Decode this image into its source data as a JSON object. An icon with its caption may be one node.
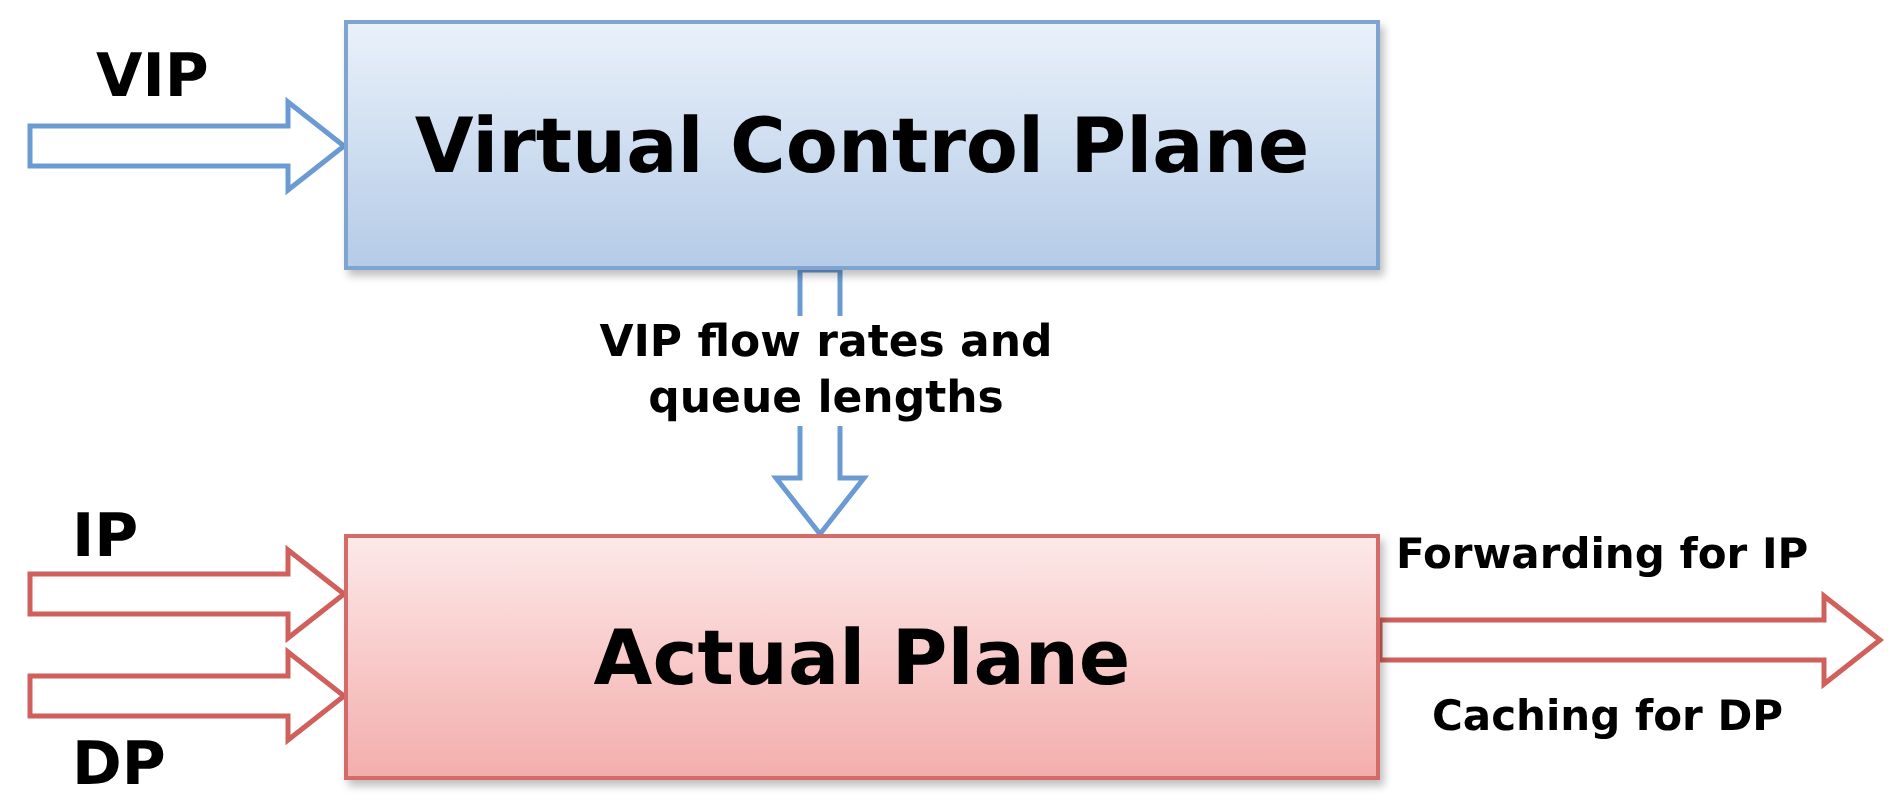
{
  "diagram": {
    "nodes": [
      {
        "text": [
          "Virtual Control Plane"
        ]
      },
      {
        "text": [
          "Actual Plane"
        ]
      }
    ],
    "edges": [
      {
        "from": null,
        "to": 0,
        "arrow": "to",
        "label": "VIP",
        "color": "#6b9bd2"
      },
      {
        "from": 0,
        "to": 1,
        "arrow": "to",
        "label": "VIP flow rates and queue lengths",
        "color": "#6b9bd2"
      },
      {
        "from": null,
        "to": 1,
        "arrow": "to",
        "label": "IP"
      },
      {
        "from": null,
        "to": 1,
        "arrow": "to",
        "label": "DP"
      },
      {
        "from": 1,
        "to": null,
        "arrow": "to",
        "label": "Forwarding for IP"
      }
    ],
    "labels": [
      "Caching for DP"
    ]
  }
}
